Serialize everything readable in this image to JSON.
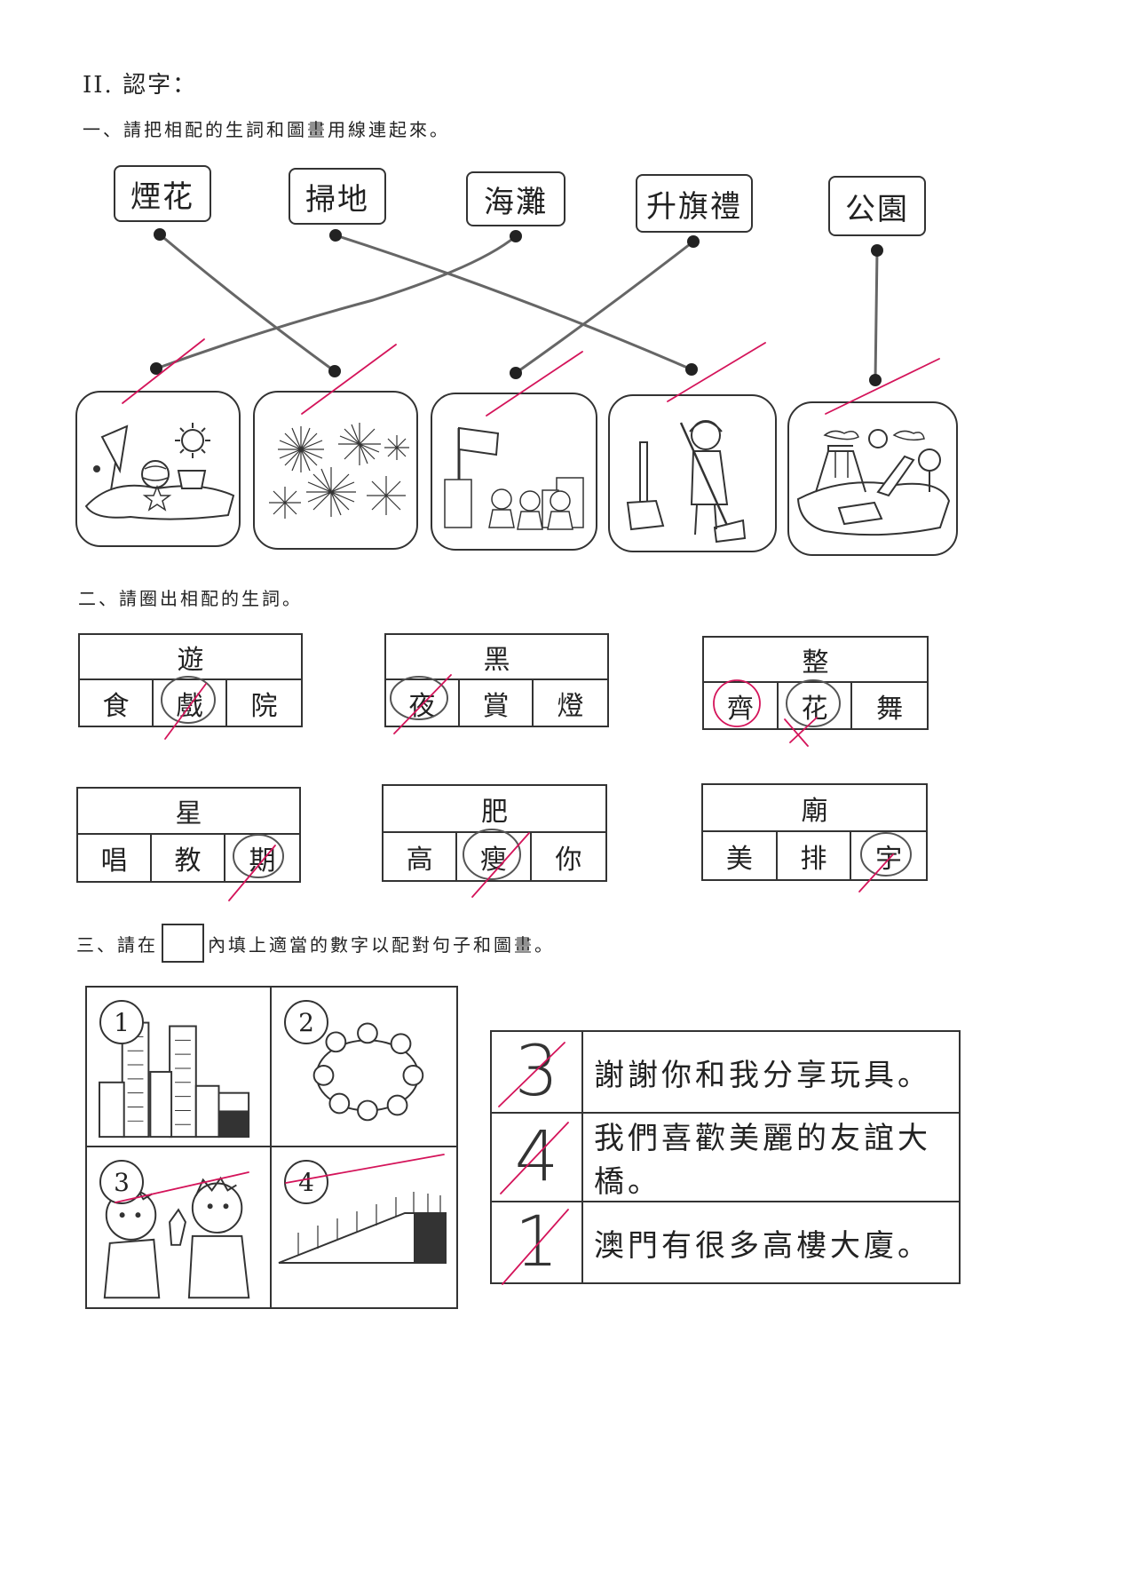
{
  "section_title": "II. 認字：",
  "part1": {
    "instruction": "一、請把相配的生詞和圖畫用線連起來。",
    "words": [
      "煙花",
      "掃地",
      "海灘",
      "升旗禮",
      "公園"
    ],
    "pictures": [
      "beach",
      "fireworks",
      "flag-raising",
      "sweeping",
      "park"
    ]
  },
  "part2": {
    "instruction": "二、請圈出相配的生詞。",
    "groups": [
      {
        "head": "遊",
        "options": [
          "食",
          "戲",
          "院"
        ]
      },
      {
        "head": "黑",
        "options": [
          "夜",
          "賞",
          "燈"
        ]
      },
      {
        "head": "整",
        "options": [
          "齊",
          "花",
          "舞"
        ]
      },
      {
        "head": "星",
        "options": [
          "唱",
          "教",
          "期"
        ]
      },
      {
        "head": "肥",
        "options": [
          "高",
          "瘦",
          "你"
        ]
      },
      {
        "head": "廟",
        "options": [
          "美",
          "排",
          "宇"
        ]
      }
    ]
  },
  "part3": {
    "instruction_before": "三、請在",
    "instruction_after": "內填上適當的數字以配對句子和圖畫。",
    "picture_numbers": [
      "1",
      "2",
      "3",
      "4"
    ],
    "rows": [
      {
        "answer": "3",
        "sentence": "謝謝你和我分享玩具。"
      },
      {
        "answer": "4",
        "sentence": "我們喜歡美麗的友誼大橋。"
      },
      {
        "answer": "1",
        "sentence": "澳門有很多高樓大廈。"
      }
    ]
  },
  "colors": {
    "ink": "#222222",
    "pencil": "#555555",
    "marker": "#d4145a"
  }
}
